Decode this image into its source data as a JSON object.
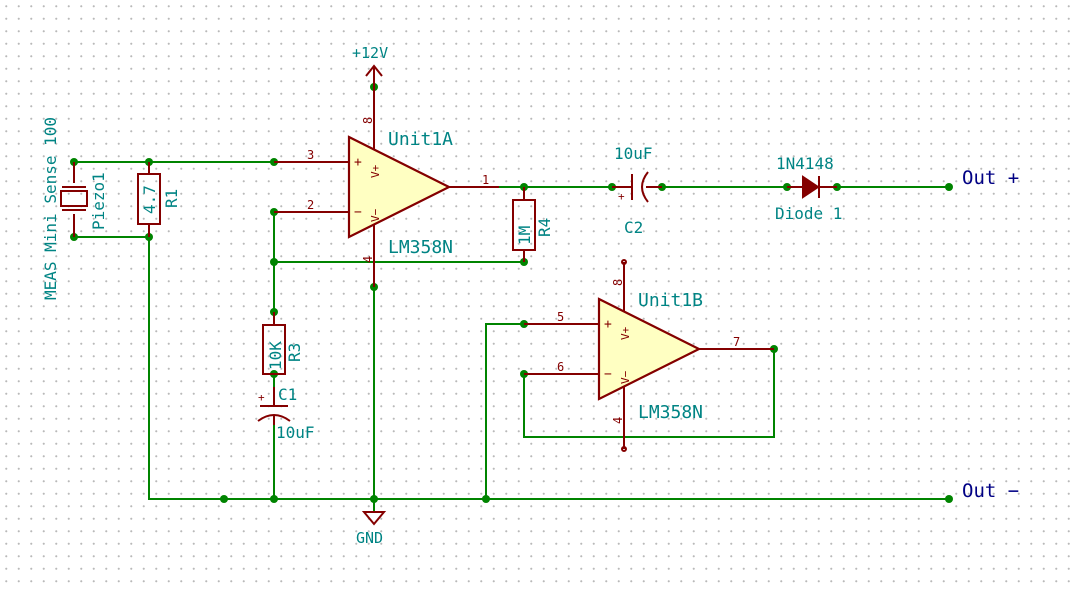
{
  "power": {
    "vcc": "+12V",
    "gnd": "GND"
  },
  "net_labels": {
    "out_plus": "Out +",
    "out_minus": "Out −"
  },
  "components": {
    "piezo": {
      "ref": "Piezo1",
      "value": "MEAS Mini Sense 100"
    },
    "r1": {
      "ref": "R1",
      "value": "4.7"
    },
    "r3": {
      "ref": "R3",
      "value": "10K"
    },
    "r4": {
      "ref": "R4",
      "value": "1M"
    },
    "c1": {
      "ref": "C1",
      "value": "10uF"
    },
    "c2": {
      "ref": "C2",
      "value": "10uF"
    },
    "diode": {
      "ref": "Diode 1",
      "value": "1N4148"
    },
    "u1a": {
      "ref": "Unit1A",
      "value": "LM358N"
    },
    "u1b": {
      "ref": "Unit1B",
      "value": "LM358N"
    }
  },
  "pins": {
    "u1a_in_plus": "3",
    "u1a_in_minus": "2",
    "u1a_out": "1",
    "u1a_vcc": "8",
    "u1a_gnd": "4",
    "u1b_in_plus": "5",
    "u1b_in_minus": "6",
    "u1b_out": "7",
    "u1b_vcc": "8",
    "u1b_gnd": "4"
  },
  "pin_names": {
    "plus": "+",
    "minus": "−",
    "v_plus": "V+",
    "v_minus": "V−"
  },
  "colors": {
    "wire": "#008400",
    "component": "#840000",
    "component_fill": "#ffffc2",
    "label": "#008484",
    "net_label": "#000084"
  }
}
